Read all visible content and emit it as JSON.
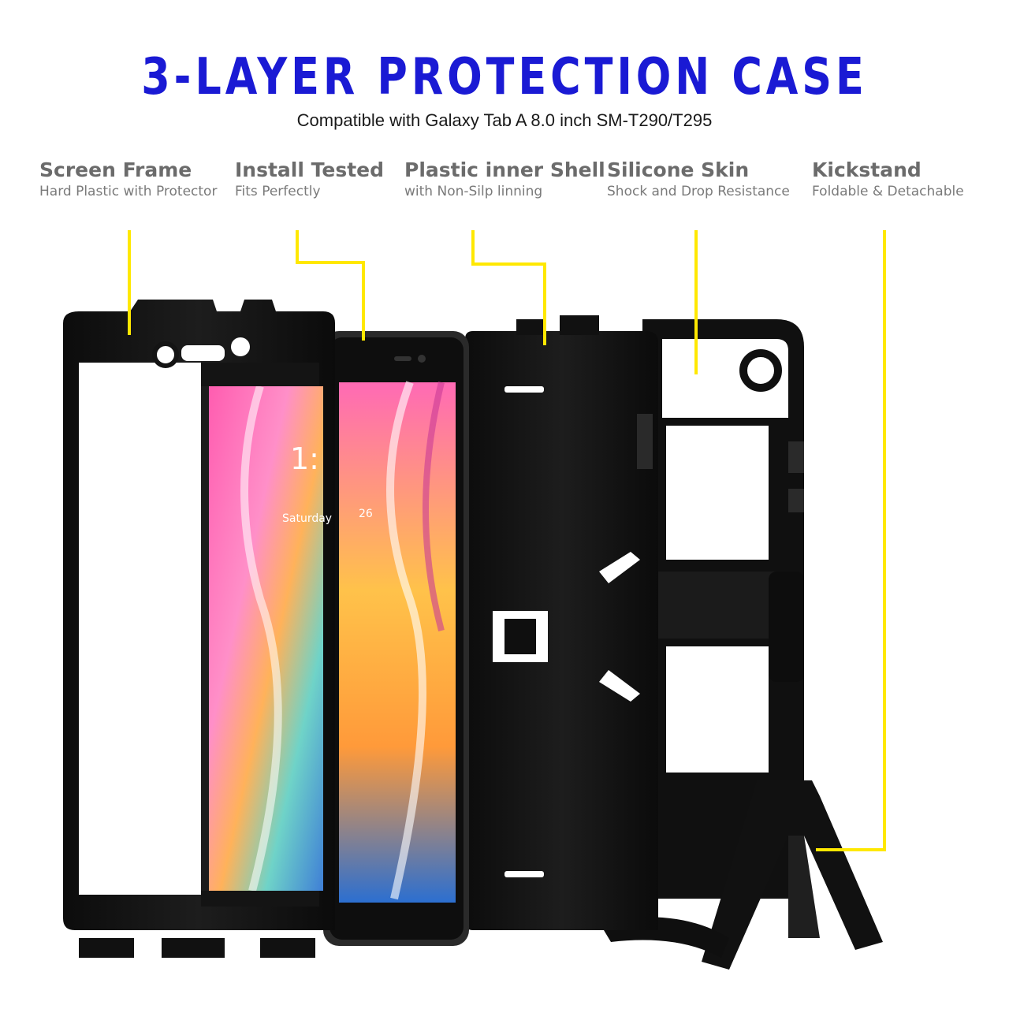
{
  "title": "3-LAYER PROTECTION CASE",
  "subtitle": "Compatible with Galaxy Tab A 8.0 inch SM-T290/T295",
  "colors": {
    "title": "#1a1ad4",
    "feature_name": "#6b6b6b",
    "feature_desc": "#7a7a7a",
    "callout_line": "#ffe800",
    "case_black": "#141414"
  },
  "features": [
    {
      "name": "Screen Frame",
      "desc": "Hard Plastic with Protector"
    },
    {
      "name": "Install Tested",
      "desc": "Fits Perfectly"
    },
    {
      "name": "Plastic inner Shell",
      "desc": "with Non-Silp linning"
    },
    {
      "name": "Silicone Skin",
      "desc": "Shock and Drop Resistance"
    },
    {
      "name": "Kickstand",
      "desc": "Foldable & Detachable"
    }
  ],
  "tablet_screen": {
    "clock": "1:",
    "date_left": "Saturday",
    "date_right": "26"
  }
}
